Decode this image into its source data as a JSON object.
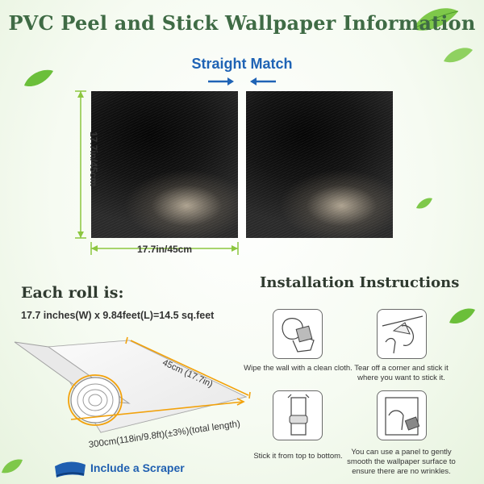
{
  "title": "PVC Peel and Stick Wallpaper Information",
  "match": {
    "label": "Straight Match"
  },
  "dimensions": {
    "height": "17.7in/45cm",
    "width": "17.7in/45cm"
  },
  "roll": {
    "title": "Each roll is:",
    "description": "17.7 inches(W) x 9.84feet(L)=14.5 sq.feet",
    "width_label": "45cm (17.7in)",
    "length_label": "300cm(118in/9.8ft)(±3%)(total length)"
  },
  "scraper": {
    "label": "Include a Scraper"
  },
  "install": {
    "title": "Installation Instructions",
    "steps": [
      {
        "text": "Wipe the wall with a clean cloth."
      },
      {
        "text": "Tear off a corner and stick it where you want to stick it."
      },
      {
        "text": "Stick it from top to bottom."
      },
      {
        "text": "You can use a panel to gently smooth the wallpaper surface to ensure there are no wrinkles."
      }
    ]
  },
  "colors": {
    "title": "#3f6b45",
    "accent_blue": "#1f63b5",
    "dimension_line": "#8cc63f",
    "roll_outline": "#f2a20c",
    "leaf": "#6bbf3a"
  },
  "icons": [
    "arrow-right-icon",
    "arrow-left-icon",
    "leaf-icon",
    "scraper-icon",
    "wallpaper-roll-icon"
  ]
}
